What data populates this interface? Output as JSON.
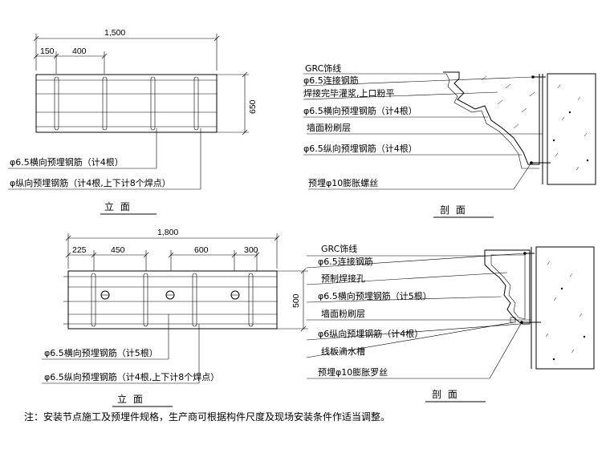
{
  "top_elevation": {
    "dims": {
      "overall": "1,500",
      "d1": "150",
      "d2": "400",
      "height": "650"
    },
    "callouts": [
      "φ6.5横向预埋钢筋（计4根）",
      "φ纵向预埋钢筋（计4根,上下计8个焊点）"
    ],
    "title": "立    面"
  },
  "top_section": {
    "labels": [
      "GRC饰线",
      "φ6.5连接钢筋",
      "焊接完毕灌浆,上口粉平",
      "φ6.5横向预埋钢筋（计4根）",
      "墙面粉刷层",
      "φ6.5纵向预埋钢筋（计4根）",
      "预埋φ10膨胀螺丝"
    ],
    "title": "剖    面"
  },
  "bottom_elevation": {
    "dims": {
      "overall": "1,800",
      "d1": "225",
      "d2": "450",
      "d3": "600",
      "d4": "300",
      "height": "500"
    },
    "callouts": [
      "φ6.5横向预埋钢筋（计5根）",
      "φ6.5纵向预埋钢筋（计4根,上下计8个焊点）"
    ],
    "title": "立    面"
  },
  "bottom_section": {
    "labels": [
      "GRC饰线",
      "φ6.5连接钢筋",
      "预制焊接孔",
      "φ6.5横向预埋钢筋（计5根）",
      "墙面粉刷层",
      "φ6纵向预埋钢筋（计4根）",
      "线板滴水槽",
      "预埋φ10膨胀罗丝"
    ],
    "title": "剖    面"
  },
  "note": "注：安装节点施工及预埋件规格，生产商可根据构件尺度及现场安装条件作适当调整。"
}
